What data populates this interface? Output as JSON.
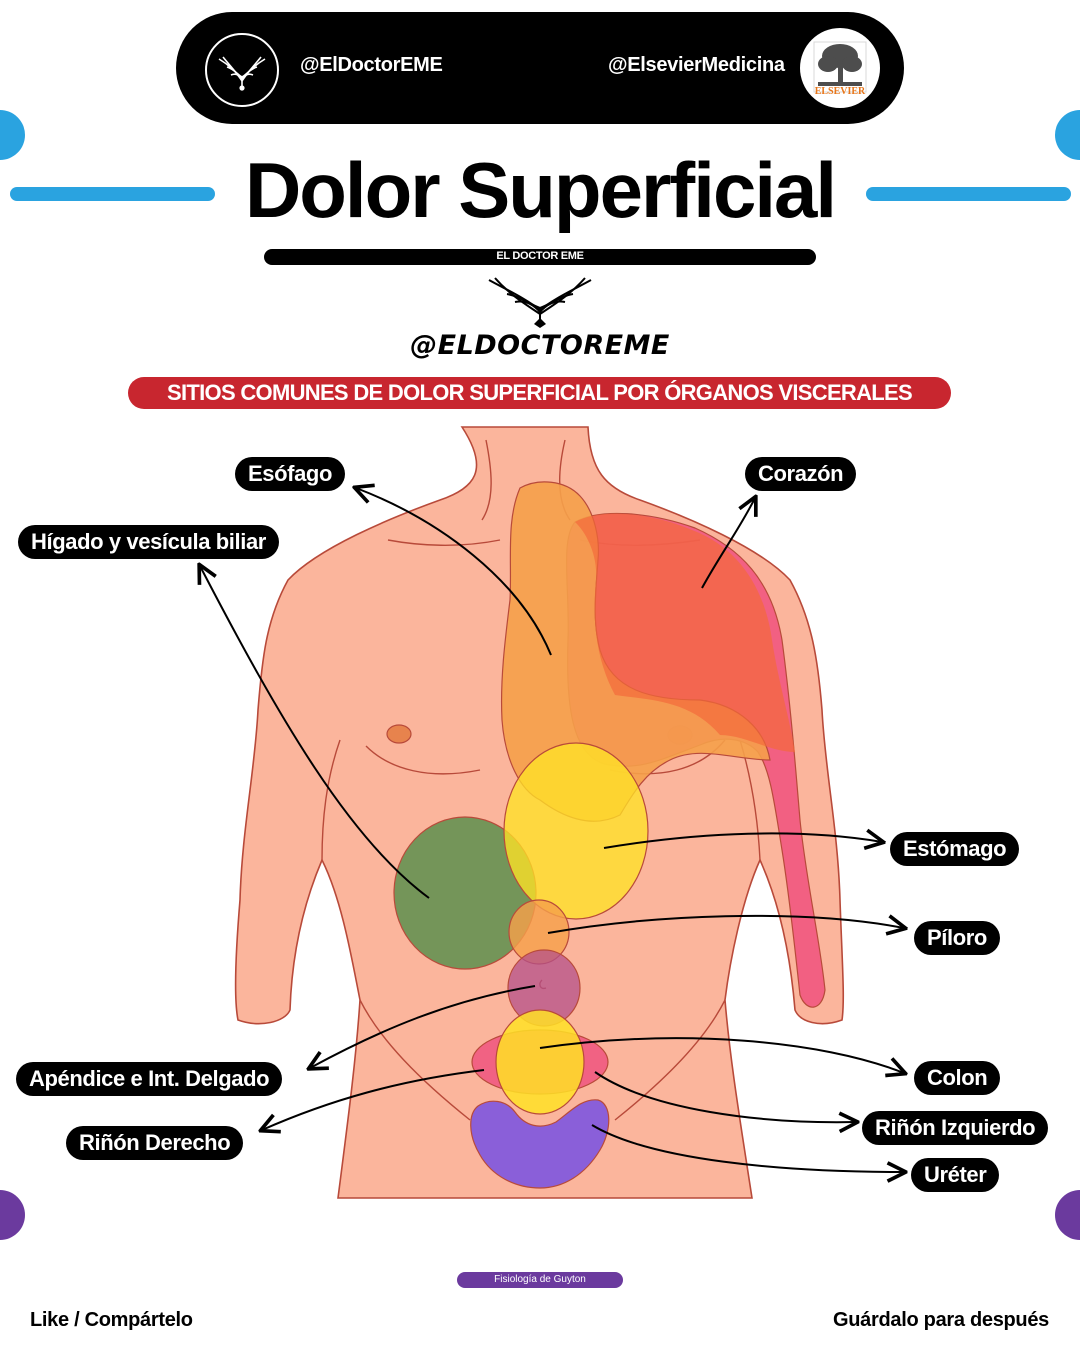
{
  "header": {
    "handle_left": "@ElDoctorEME",
    "handle_right": "@ElsevierMedicina",
    "elsevier_wordmark": "ELSEVIER"
  },
  "title": {
    "main": "Dolor Superficial",
    "brand": "EL DOCTOR EME",
    "handle": "@ELDOCTOREME",
    "subtitle": "SITIOS COMUNES DE DOLOR SUPERFICIAL POR ÓRGANOS VISCERALES"
  },
  "labels": {
    "esofago": "Esófago",
    "corazon": "Corazón",
    "higado": "Hígado y vesícula biliar",
    "estomago": "Estómago",
    "piloro": "Píloro",
    "apendice": "Apéndice e Int. Delgado",
    "colon": "Colon",
    "rinon_derecho": "Riñón Derecho",
    "rinon_izquierdo": "Riñón Izquierdo",
    "ureter": "Uréter"
  },
  "footer": {
    "source": "Fisiología de Guyton",
    "like": "Like / Compártelo",
    "save": "Guárdalo para después"
  },
  "colors": {
    "accent_blue": "#2aa3e0",
    "accent_purple": "#6b3a9e",
    "subtitle_red": "#c8262f",
    "skin": "#fbb59c",
    "esophagus_orange": "#f5a04a",
    "heart_pink": "#ef4d7d",
    "liver_green": "#5c8f4e",
    "stomach_yellow": "#ffe226",
    "ureter_purple": "#7d55e0"
  }
}
